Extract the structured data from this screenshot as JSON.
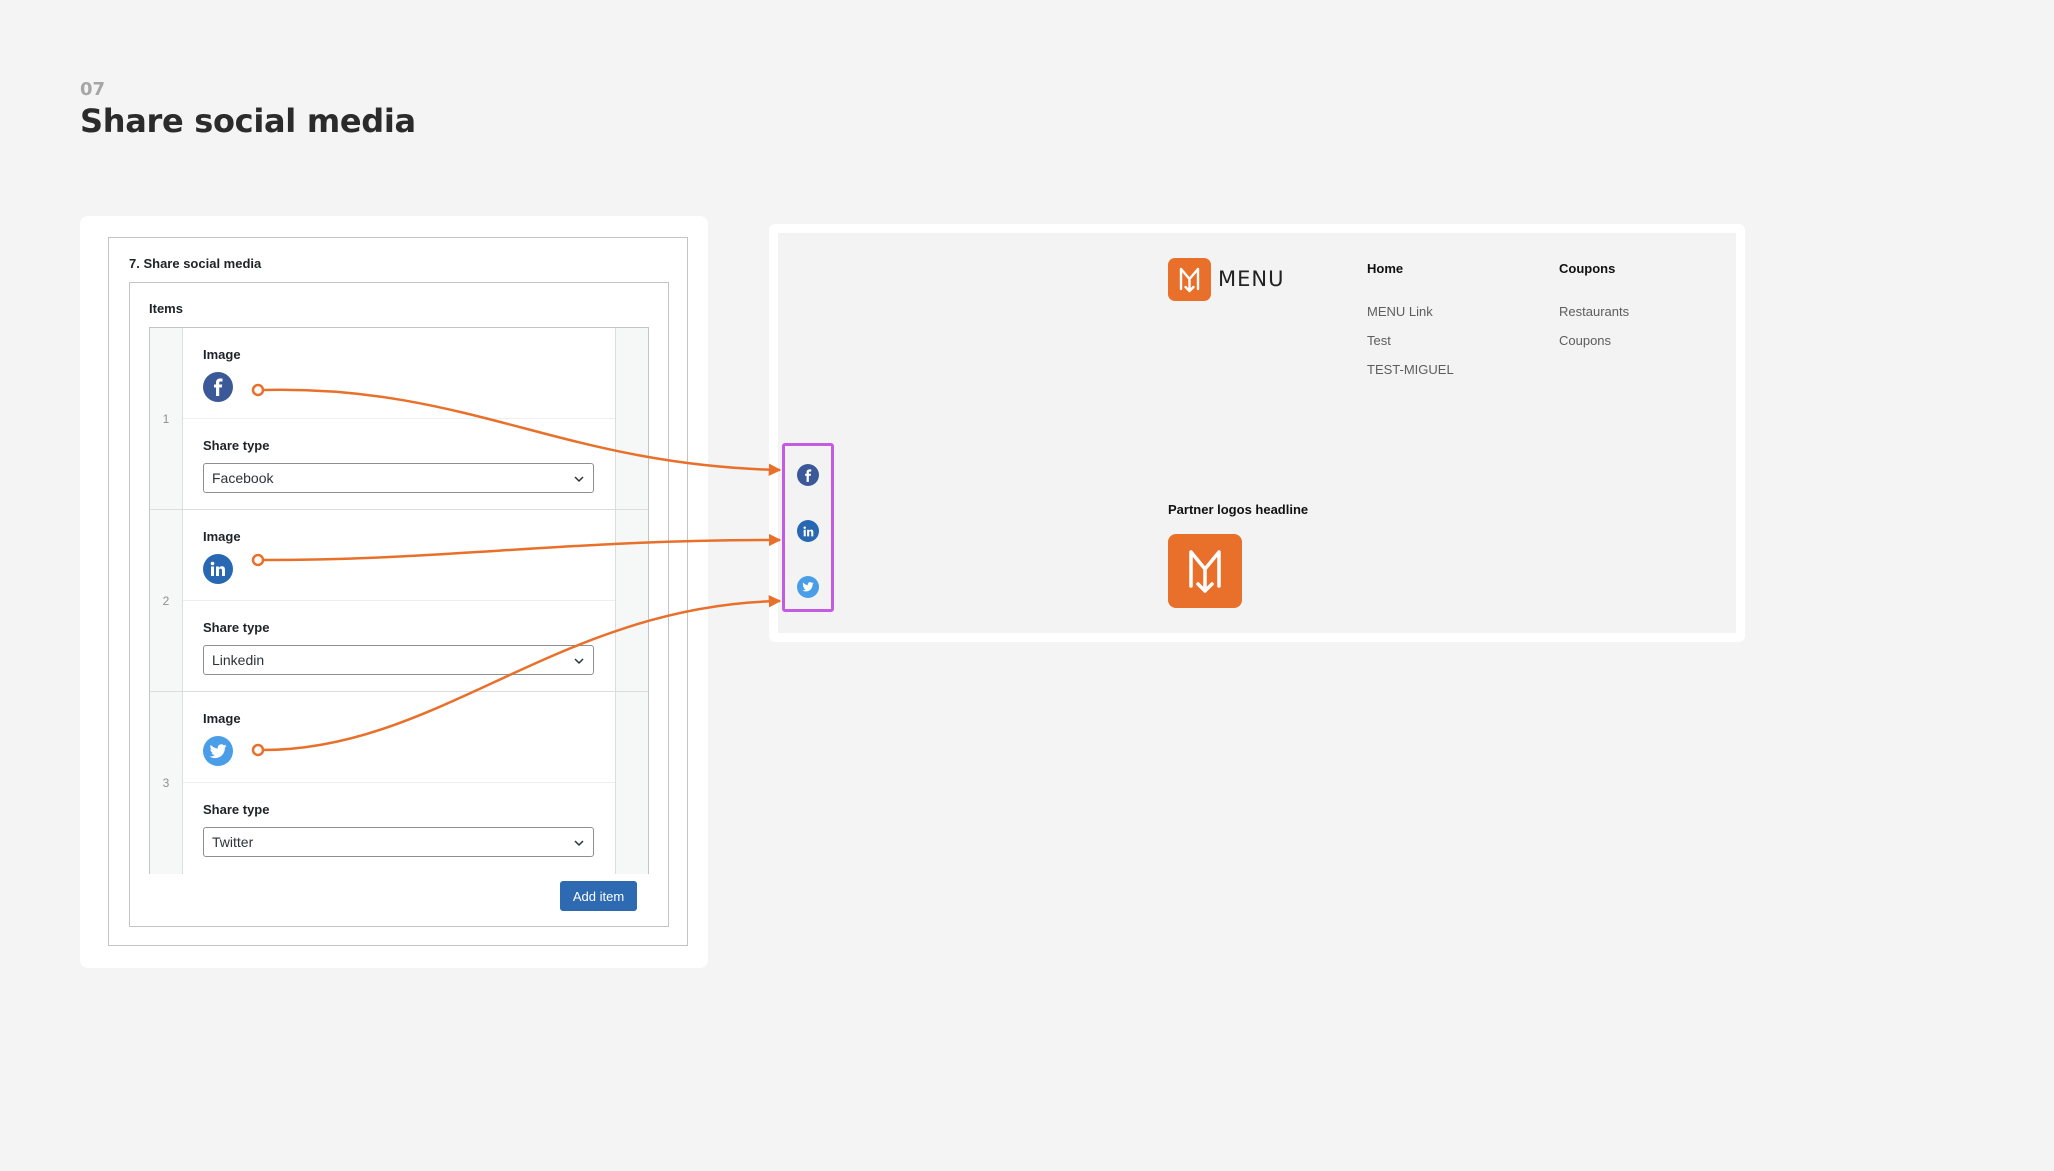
{
  "header": {
    "step": "07",
    "title": "Share social media"
  },
  "admin": {
    "panel_title": "7. Share social media",
    "items_label": "Items",
    "rows": [
      {
        "number": "1",
        "image_label": "Image",
        "share_type_label": "Share type",
        "share_type_value": "Facebook",
        "icon": "facebook-icon"
      },
      {
        "number": "2",
        "image_label": "Image",
        "share_type_label": "Share type",
        "share_type_value": "Linkedin",
        "icon": "linkedin-icon"
      },
      {
        "number": "3",
        "image_label": "Image",
        "share_type_label": "Share type",
        "share_type_value": "Twitter",
        "icon": "twitter-icon"
      }
    ],
    "add_item_label": "Add item"
  },
  "preview": {
    "brand_text": "MENU",
    "nav": {
      "col1_head": "Home",
      "col1_links": [
        "MENU Link",
        "Test",
        "TEST-MIGUEL"
      ],
      "col2_head": "Coupons",
      "col2_links": [
        "Restaurants",
        "Coupons"
      ]
    },
    "partner_headline": "Partner logos headline"
  },
  "colors": {
    "accent_orange": "#e8702a",
    "highlight_purple": "#c35be3",
    "facebook": "#3b5998",
    "linkedin": "#2867b2",
    "twitter": "#4a9ee8",
    "button_blue": "#2d6ab1"
  }
}
